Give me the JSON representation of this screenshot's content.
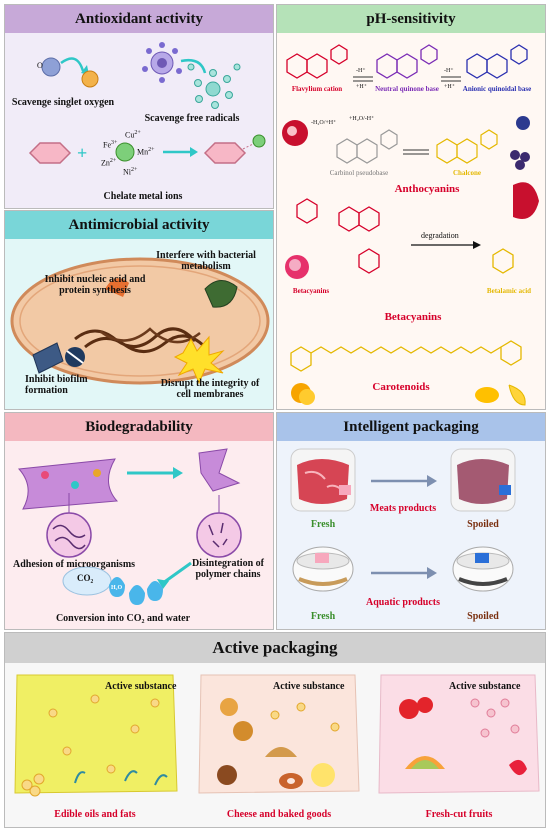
{
  "antioxidant": {
    "title": "Antioxidant activity",
    "singlet": "Scavenge singlet oxygen",
    "radicals": "Scavenge free radicals",
    "chelate": "Chelate metal ions",
    "ion_fe": "Fe",
    "ion_cu": "Cu",
    "ion_mn": "Mn",
    "ion_zn": "Zn",
    "ion_ni": "Ni",
    "charge": "2+",
    "charge3": "3+",
    "o2": "O"
  },
  "ph": {
    "title": "pH-sensitivity",
    "flavylium": "Flavylium cation",
    "quinone": "Neutral quinone base",
    "quinoidal": "Anionic quinoidal base",
    "carbinol": "Carbinol pseudobase",
    "chalcone": "Chalcone",
    "anthocyanins": "Anthocyanins",
    "betacyanins_small": "Betacyanins",
    "betacyanins": "Betacyanins",
    "degradation": "degradation",
    "betalamic": "Betalamic acid",
    "carotenoids": "Carotenoids",
    "h_plus": "-H⁺",
    "h_plus2": "+H⁺",
    "water": "-H₂O/+H⁺",
    "water2": "+H₂O/-H⁺"
  },
  "antimicrobial": {
    "title": "Antimicrobial activity",
    "interfere": "Interfere with bacterial metabolism",
    "inhibit_nucleic": "Inhibit nucleic acid and protein synthesis",
    "biofilm": "Inhibit biofilm formation",
    "membrane": "Disrupt the integrity of cell membranes"
  },
  "biodeg": {
    "title": "Biodegradability",
    "adhesion": "Adhesion of  microorganisms",
    "disintegration": "Disintegration of polymer chains",
    "conversion": "Conversion into CO₂ and water",
    "co2": "CO₂",
    "h2o": "H₂O"
  },
  "intelligent": {
    "title": "Intelligent packaging",
    "fresh1": "Fresh",
    "meats": "Meats products",
    "spoiled1": "Spoiled",
    "fresh2": "Fresh",
    "aquatic": "Aquatic products",
    "spoiled2": "Spoiled"
  },
  "active": {
    "title": "Active packaging",
    "substance1": "Active substance",
    "substance2": "Active substance",
    "substance3": "Active substance",
    "oils": "Edible oils and fats",
    "cheese": "Cheese and baked goods",
    "fruits": "Fresh-cut fruits"
  },
  "colors": {
    "purple_header": "#c7a9d8",
    "green_header": "#b5e2b8",
    "cyan_header": "#79d6d8",
    "pink_header": "#f4b8c0",
    "blue_header": "#a9c3ea",
    "gray_header": "#d0d0d0",
    "accent_teal": "#2fc7c7",
    "label_red": "#d6002a"
  }
}
